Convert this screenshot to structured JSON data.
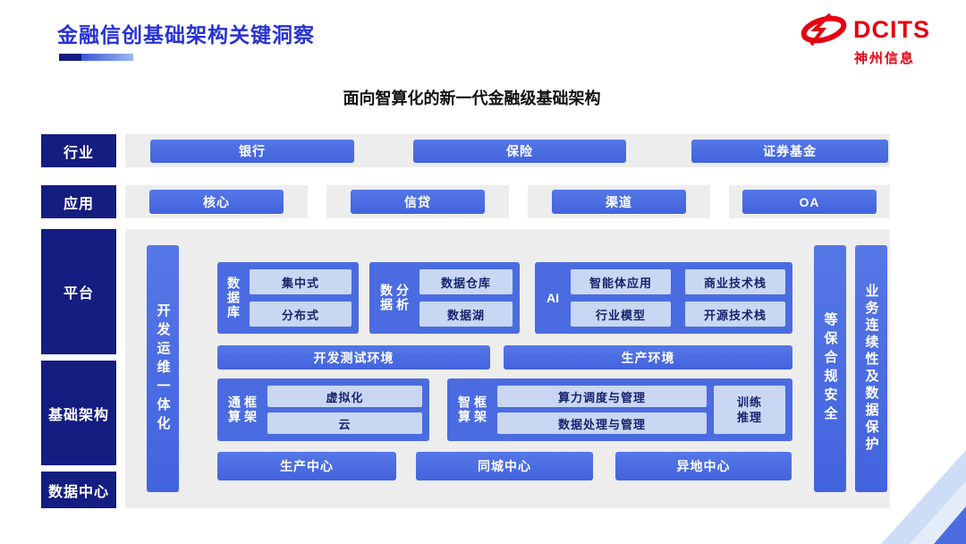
{
  "header": {
    "title": "金融信创基础架构关键洞察",
    "subtitle": "面向智算化的新一代金融级基础架构"
  },
  "logo": {
    "brand": "DCITS",
    "company": "神州信息"
  },
  "categories": {
    "industry": "行业",
    "application": "应用",
    "platform": "平台",
    "infrastructure": "基础架构",
    "datacenter": "数据中心"
  },
  "industry_items": [
    "银行",
    "保险",
    "证券基金"
  ],
  "application_items": [
    "核心",
    "信贷",
    "渠道",
    "OA"
  ],
  "platform": {
    "devops_bar": "开发运维一体化",
    "security_bar": "等保合规安全",
    "continuity_bar": "业务连续性及数据保护",
    "database": {
      "label": "数据库",
      "items": [
        "集中式",
        "分布式"
      ]
    },
    "analytics": {
      "label": "数据分析",
      "items": [
        "数据仓库",
        "数据湖"
      ]
    },
    "ai": {
      "label": "AI",
      "items": [
        "智能体应用",
        "商业技术栈",
        "行业模型",
        "开源技术栈"
      ]
    },
    "environments": [
      "开发测试环境",
      "生产环境"
    ],
    "general_framework": {
      "label": "通算框架",
      "items": [
        "虚拟化",
        "云"
      ]
    },
    "intelligent_framework": {
      "label": "智算框架",
      "items": [
        "算力调度与管理",
        "数据处理与管理"
      ],
      "side_item": "训练推理"
    },
    "centers": [
      "生产中心",
      "同城中心",
      "异地中心"
    ]
  },
  "colors": {
    "navy": "#141d80",
    "blue": "#4b6ce1",
    "light_box": "#c9d7f3",
    "panel_gray": "#ededee",
    "title_blue": "#2733d4",
    "logo_red": "#e60012"
  }
}
